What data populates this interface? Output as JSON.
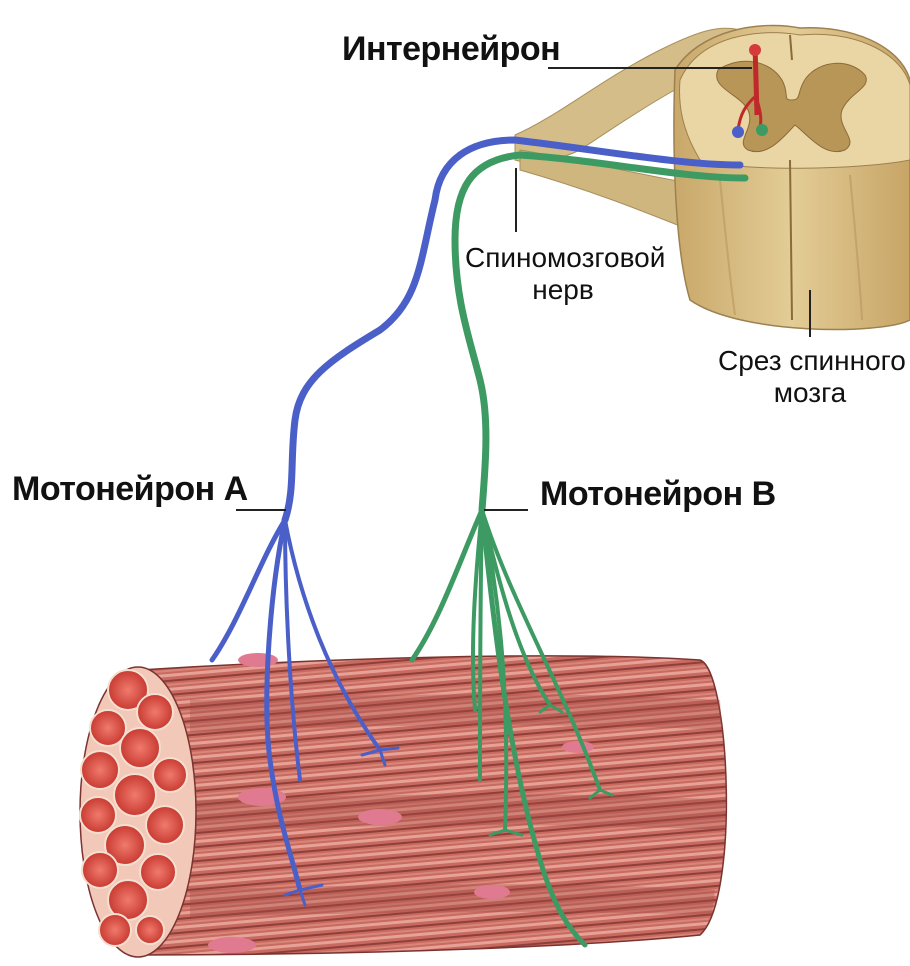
{
  "labels": {
    "interneuron": "Интернейрон",
    "spinal_nerve_line1": "Спиномозговой",
    "spinal_nerve_line2": "нерв",
    "cord_section_line1": "Срез спинного",
    "cord_section_line2": "мозга",
    "motoneuron_a": "Мотонейрон А",
    "motoneuron_b": "Мотонейрон В"
  },
  "colors": {
    "motoneuron_a": "#4a5fc8",
    "motoneuron_b": "#3c9a62",
    "interneuron": "#c0282a",
    "spinal_cord": "#d9bf84",
    "grey_matter": "#b89658",
    "muscle": "#c9605a",
    "muscle_fiber_cross_section": "#e05048"
  }
}
